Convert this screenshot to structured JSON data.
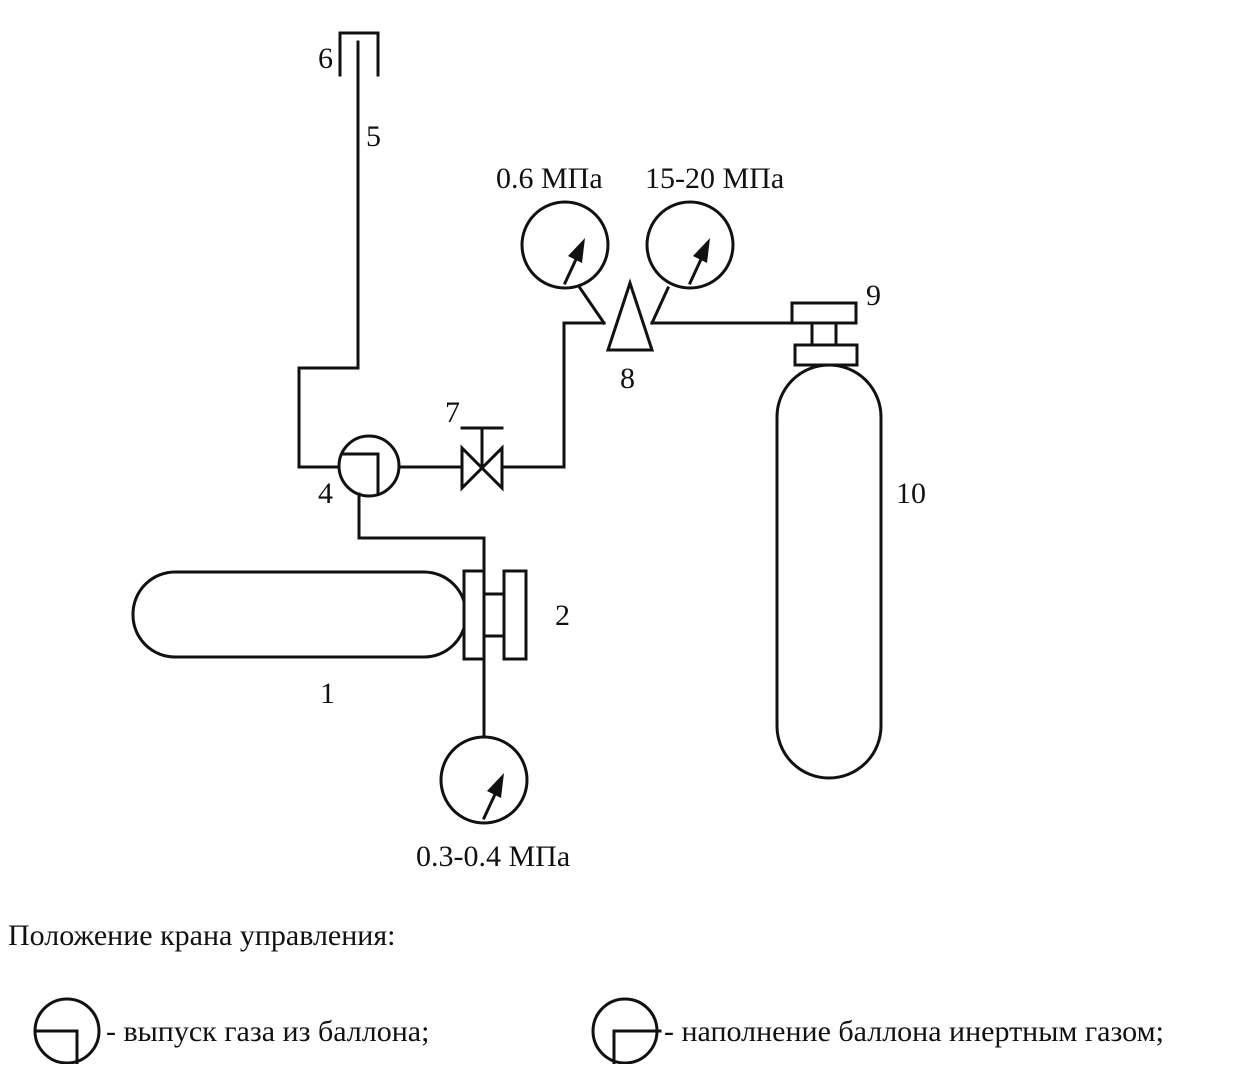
{
  "labels": {
    "n1": "1",
    "n2": "2",
    "n4": "4",
    "n5": "5",
    "n6": "6",
    "n7": "7",
    "n8": "8",
    "n9": "9",
    "n10": "10"
  },
  "gauges": {
    "left_top": "0.6 МПа",
    "right_top": "15-20 МПа",
    "bottom": "0.3-0.4 МПа"
  },
  "legend": {
    "title": "Положение крана управления:",
    "release": "- выпуск газа из баллона;",
    "fill": "- наполнение баллона инертным газом;"
  }
}
